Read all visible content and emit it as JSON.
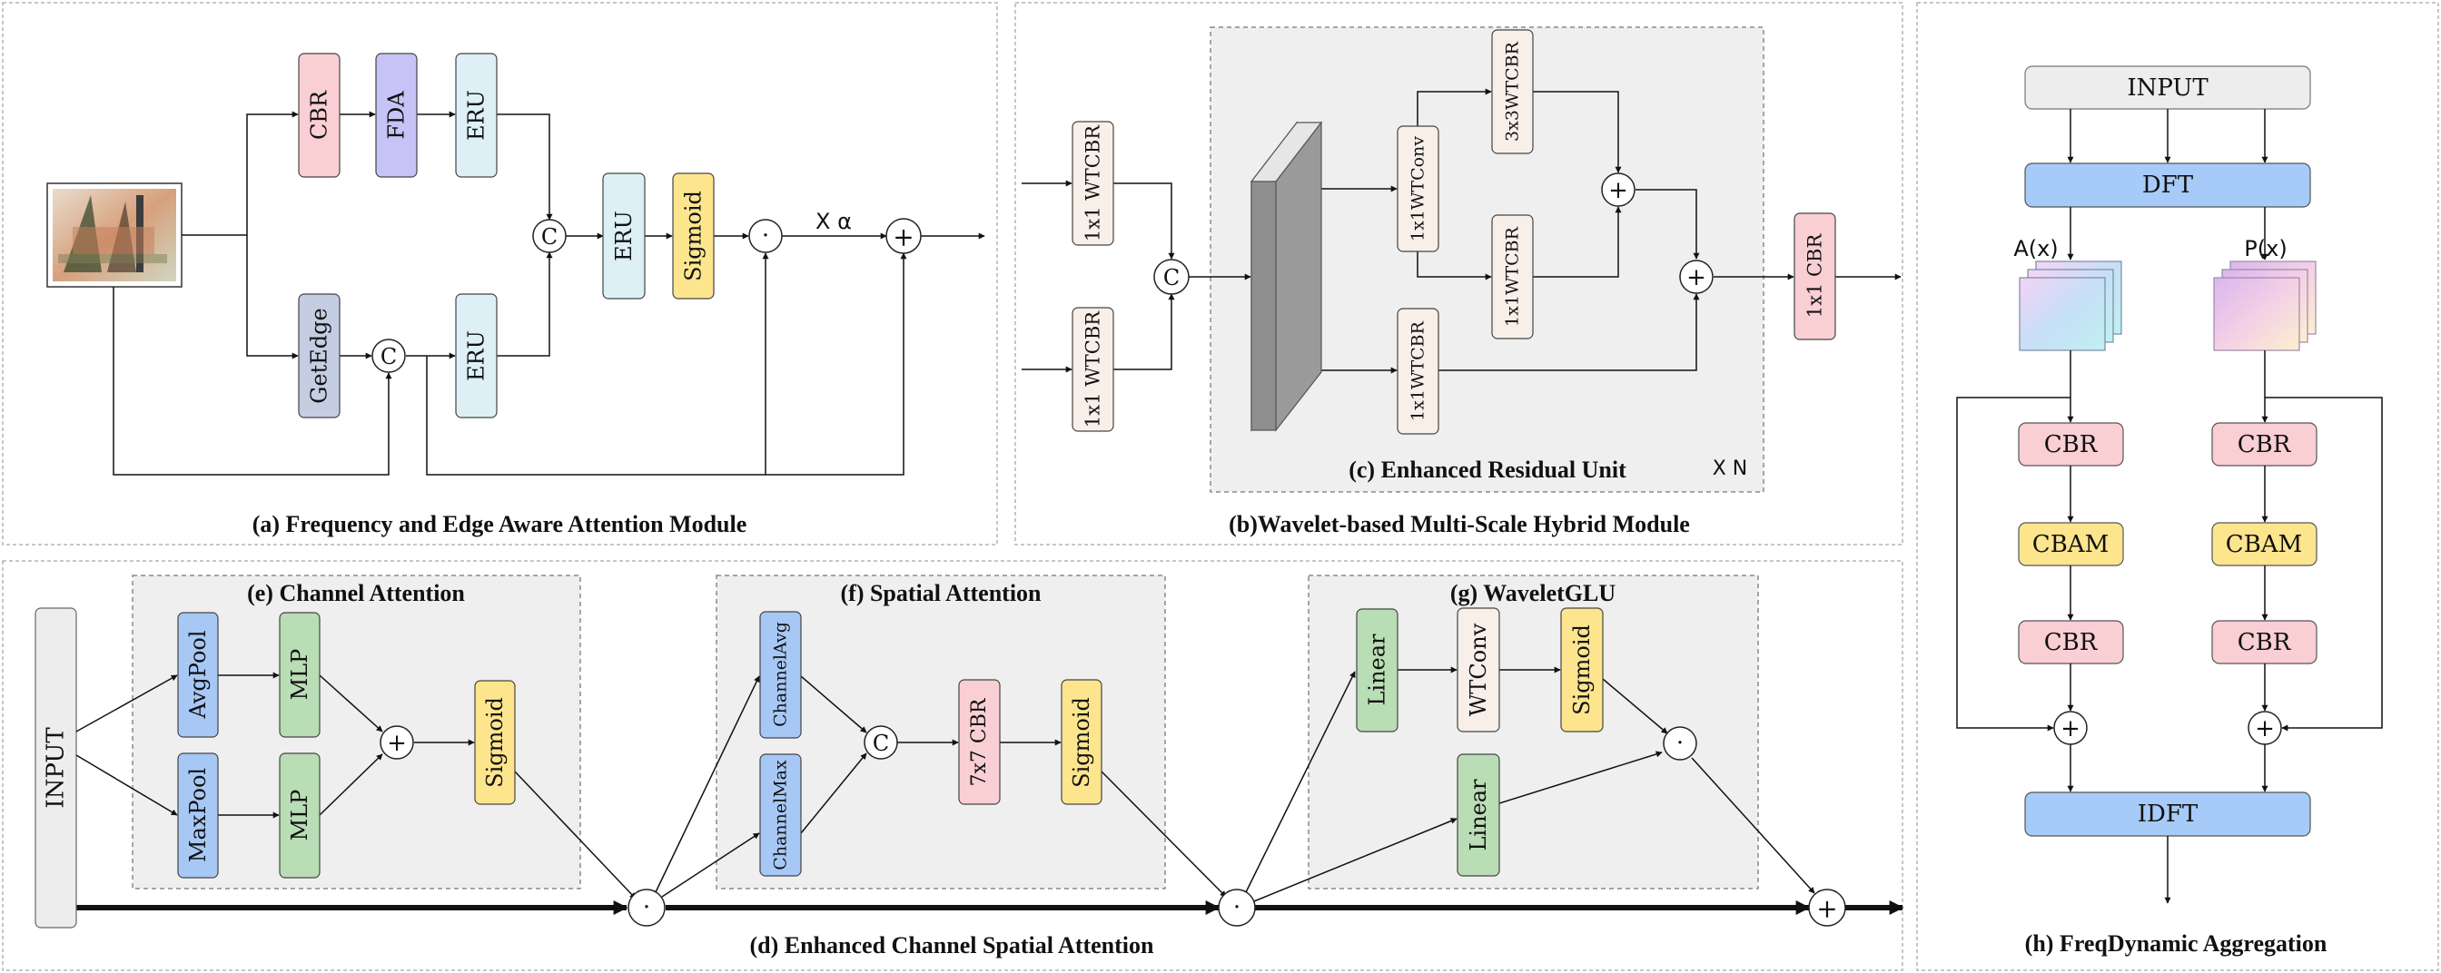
{
  "panels": {
    "a": {
      "caption": "(a) Frequency and Edge Aware Attention Module"
    },
    "b": {
      "caption": "(b)Wavelet-based Multi-Scale Hybrid Module"
    },
    "c": {
      "caption": "(c) Enhanced Residual Unit",
      "repeat": "X N"
    },
    "d": {
      "caption": "(d) Enhanced Channel Spatial Attention"
    },
    "e": {
      "caption": "(e) Channel Attention"
    },
    "f": {
      "caption": "(f) Spatial Attention"
    },
    "g": {
      "caption": "(g) WaveletGLU"
    },
    "h": {
      "caption": "(h) FreqDynamic Aggregation"
    }
  },
  "blocks": {
    "cbr": "CBR",
    "fda": "FDA",
    "eru": "ERU",
    "getedge": "GetEdge",
    "sigmoid": "Sigmoid",
    "wtcbr_1x1_sp": "1x1 WTCBR",
    "wtcbr_1x1": "1x1WTCBR",
    "wtconv_1x1": "1x1WTConv",
    "wtcbr_3x3": "3x3WTCBR",
    "cbr_1x1": "1x1 CBR",
    "input": "INPUT",
    "avgpool": "AvgPool",
    "maxpool": "MaxPool",
    "mlp": "MLP",
    "channelavg": "ChannelAvg",
    "channelmax": "ChannelMax",
    "cbr_7x7": "7x7 CBR",
    "linear": "Linear",
    "wtconv": "WTConv",
    "dft": "DFT",
    "idft": "IDFT",
    "cbam": "CBAM"
  },
  "symbols": {
    "concat": "C",
    "add": "+",
    "mul": "·",
    "scale": "X α",
    "amplitude": "A(x)",
    "phase": "P(x)"
  },
  "colors": {
    "pink": "#f9cfd3",
    "purple": "#c7c3f7",
    "cyan": "#dcf0f6",
    "yellow": "#fde58e",
    "slate": "#c4cde2",
    "beige": "#f8efe8",
    "blue": "#a7c8f5",
    "green": "#b9ddb5",
    "gray": "#ededed",
    "deepblue": "#a6cbf8"
  }
}
